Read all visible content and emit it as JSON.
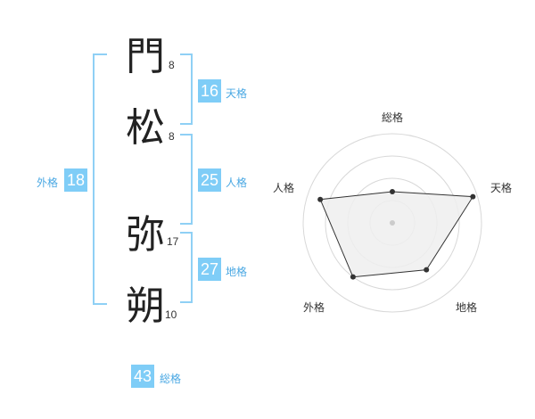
{
  "name_chars": [
    {
      "char": "門",
      "strokes": "8"
    },
    {
      "char": "松",
      "strokes": "8"
    },
    {
      "char": "弥",
      "strokes": "17"
    },
    {
      "char": "朔",
      "strokes": "10"
    }
  ],
  "kaku": {
    "tenkaku": {
      "value": "16",
      "label": "天格"
    },
    "jinkaku": {
      "value": "25",
      "label": "人格"
    },
    "chikaku": {
      "value": "27",
      "label": "地格"
    },
    "gaikaku": {
      "value": "18",
      "label": "外格"
    },
    "soukaku": {
      "value": "43",
      "label": "総格"
    }
  },
  "colors": {
    "accent": "#7fcdf7",
    "bracket": "#8fd0f5",
    "radar_fill": "#eeeeee"
  },
  "chart_data": {
    "type": "radar",
    "axes": [
      "総格",
      "天格",
      "地格",
      "外格",
      "人格"
    ],
    "series": [
      {
        "values": [
          0.35,
          0.95,
          0.65,
          0.75,
          0.85
        ]
      }
    ],
    "rings": 4
  }
}
